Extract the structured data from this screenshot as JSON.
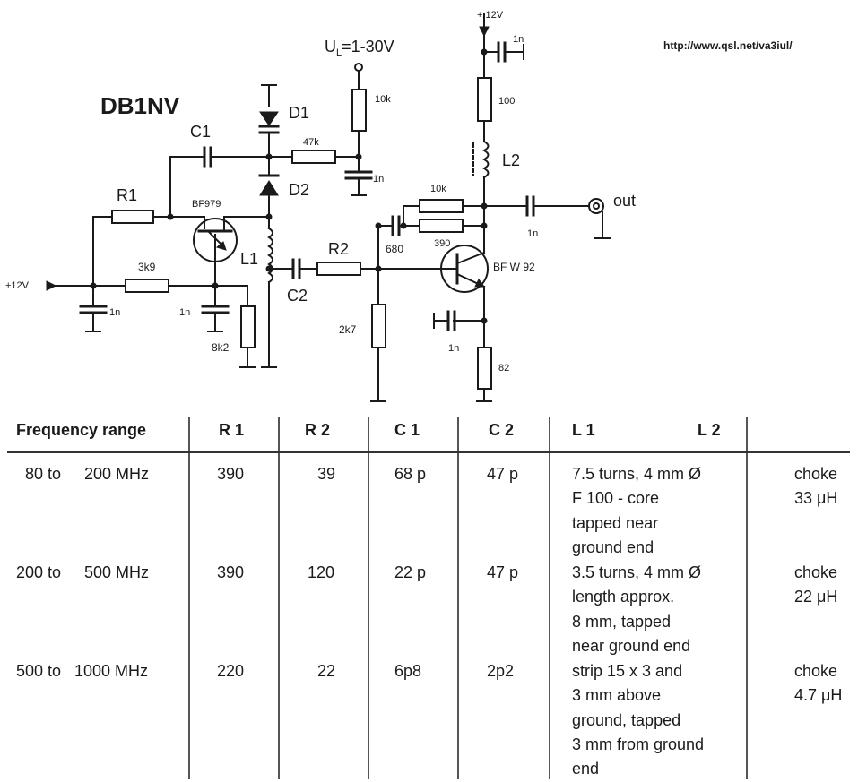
{
  "url": "http://www.qsl.net/va3iul/",
  "schematic": {
    "title": "DB1NV",
    "supply_top": "+ 12V",
    "supply_left": "+12V",
    "tuning_voltage": "U_L=1-30V",
    "tuning_voltage_main": "U",
    "tuning_voltage_sub": "L",
    "tuning_voltage_rest": "=1-30V",
    "output": "out",
    "labels": {
      "c1": "C1",
      "r1": "R1",
      "d1": "D1",
      "d2": "D2",
      "l1": "L1",
      "c2": "C2",
      "r2": "R2",
      "l2": "L2",
      "q1": "BF979",
      "q2": "BF W 92",
      "r_47k": "47k",
      "r_10k_vt": "10k",
      "c_1n_vt": "1n",
      "c_1n_top": "1n",
      "r_100": "100",
      "r_10k_fb": "10k",
      "r_390": "390",
      "c_680": "680",
      "c_1n_out": "1n",
      "r_3k9": "3k9",
      "c_1n_left": "1n",
      "c_1n_mid": "1n",
      "r_8k2": "8k2",
      "r_2k7": "2k7",
      "c_1n_emit": "1n",
      "r_82": "82"
    }
  },
  "table": {
    "headers": [
      "Frequency range",
      "R 1",
      "R 2",
      "C 1",
      "C 2",
      "L 1",
      "L 2"
    ],
    "rows": [
      {
        "freq_from": "80 to",
        "freq_to": "200 MHz",
        "r1": "390",
        "r2": "39",
        "c1": "68 p",
        "c2": "47 p",
        "l1": [
          "7.5 turns, 4 mm Ø",
          "F 100 - core",
          "tapped near",
          "ground end"
        ],
        "l2": [
          "choke",
          "33 μH"
        ]
      },
      {
        "freq_from": "200 to",
        "freq_to": "500 MHz",
        "r1": "390",
        "r2": "120",
        "c1": "22 p",
        "c2": "47 p",
        "l1": [
          "3.5 turns, 4 mm Ø",
          "length approx.",
          "8 mm, tapped",
          "near ground end"
        ],
        "l2": [
          "choke",
          "22 μH"
        ]
      },
      {
        "freq_from": "500 to",
        "freq_to": "1000 MHz",
        "r1": "220",
        "r2": "22",
        "c1": "6p8",
        "c2": "2p2",
        "l1": [
          "strip 15 x 3 and",
          "3 mm above",
          "ground, tapped",
          "3 mm from ground",
          "end"
        ],
        "l2": [
          "choke",
          "4.7 μH"
        ]
      }
    ]
  }
}
